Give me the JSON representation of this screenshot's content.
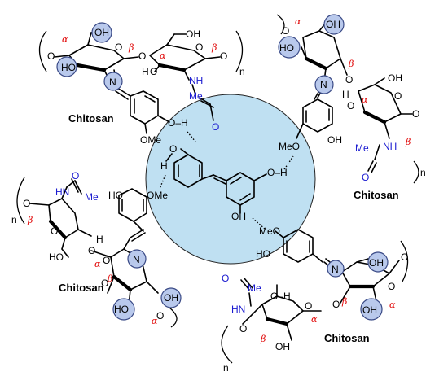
{
  "polymer_label": "Chitosan",
  "atoms": {
    "oh": "OH",
    "ho": "HO",
    "o": "O",
    "n": "N",
    "h": "H",
    "hn": "HN",
    "nh": "NH",
    "meo": "MeO",
    "ome": "OMe",
    "me": "Me",
    "o_h": "O–H",
    "h_o": "H–O",
    "n_sub": "n"
  },
  "greek": {
    "alpha": "α",
    "beta": "β"
  },
  "colors": {
    "highlight_circle": "#b9c9ec",
    "center_circle": "#bfe0f2",
    "acetamide_blue": "#1a1ad0",
    "greek_red": "#e00000"
  }
}
